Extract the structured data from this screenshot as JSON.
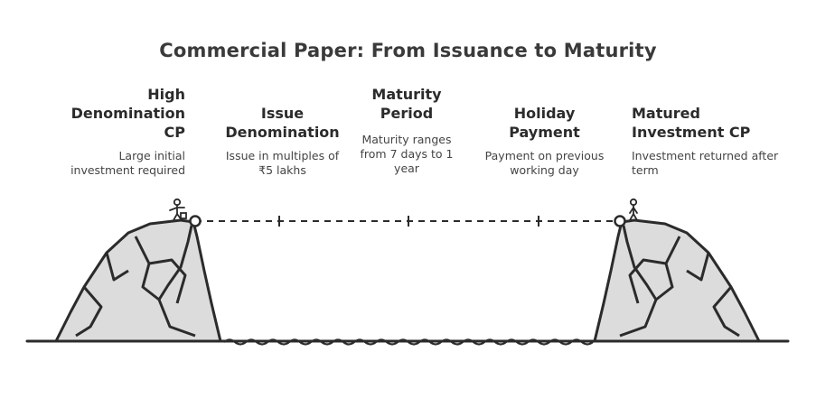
{
  "title": "Commercial Paper: From Issuance to Maturity",
  "stages": [
    {
      "label": "High Denomination CP",
      "description": "Large initial investment required"
    },
    {
      "label": "Issue Denomination",
      "description": "Issue in multiples of ₹5 lakhs"
    },
    {
      "label": "Maturity Period",
      "description": "Maturity ranges from 7 days to 1 year"
    },
    {
      "label": "Holiday Payment",
      "description": "Payment on previous working day"
    },
    {
      "label": "Matured Investment CP",
      "description": "Investment returned after term"
    }
  ]
}
